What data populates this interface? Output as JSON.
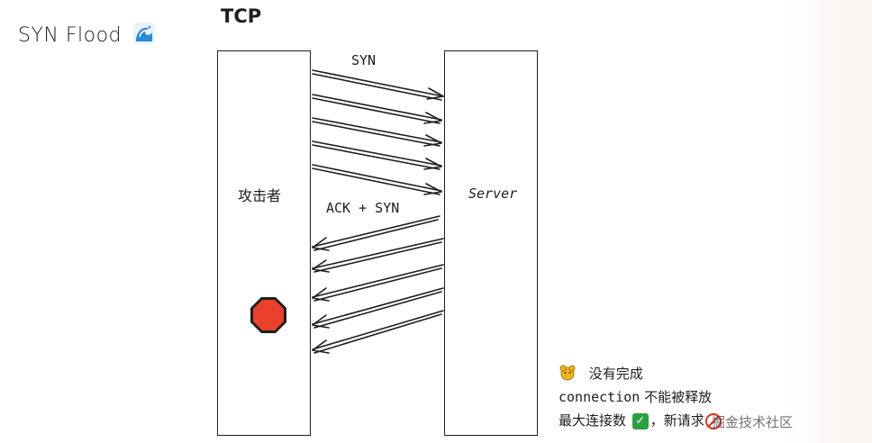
{
  "title": "SYN Flood",
  "icons": {
    "title": "wave-icon",
    "stop": "stop-sign-icon",
    "note": "face-icon",
    "check": "check-icon",
    "ban": "prohibited-icon"
  },
  "diagram": {
    "protocol": "TCP",
    "attacker_label": "攻击者",
    "server_label": "Server",
    "syn_label": "SYN",
    "ack_syn_label": "ACK + SYN"
  },
  "notes": {
    "line1": "没有完成",
    "line2_code": "connection",
    "line2_text": "不能被释放",
    "line3_a": "最大连接数",
    "line3_b": "，新请求"
  },
  "watermark": "掘金技术社区",
  "colors": {
    "stroke": "#1e1e1e",
    "stop_fill": "#e8412c",
    "check": "#2ea043"
  }
}
